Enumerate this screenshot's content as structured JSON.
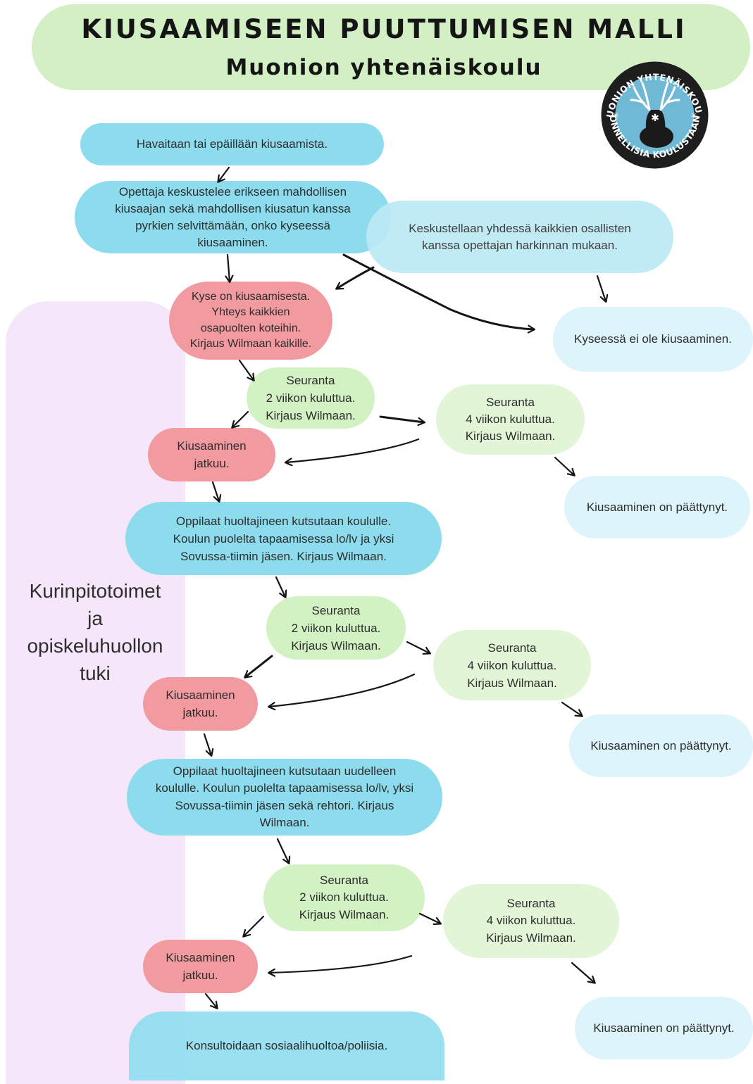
{
  "header": {
    "title": "KIUSAAMISEEN PUUTTUMISEN MALLI",
    "subtitle": "Muonion yhtenäiskoulu"
  },
  "logo": {
    "ring_top": "MUONION YHTENÄISKOULU",
    "ring_bottom": "ONNELLISIA KOULUSTAAN",
    "colors": {
      "ring": "#1e1e1e",
      "water": "#6fb9d6",
      "fg": "#ffffff"
    }
  },
  "side_label": "Kurinpitotoimet\nja\nopiskeluhuollon\ntuki",
  "nodes": {
    "detect": "Havaitaan tai epäillään kiusaamista.",
    "teacher": "Opettaja keskustelee erikseen mahdollisen\nkiusaajan sekä mahdollisen kiusatun kanssa\npyrkien  selvittämään, onko kyseessä\nkiusaaminen.",
    "discuss": "Keskustellaan yhdessä kaikkien osallisten\nkanssa opettajan harkinnan mukaan.",
    "is_bullying": "Kyse on kiusaamisesta.\nYhteys kaikkien\nosapuolten koteihin.\nKirjaus Wilmaan kaikille.",
    "not_bullying": "Kyseessä ei ole kiusaaminen.",
    "f1_2w": "Seuranta\n2 viikon kuluttua.\nKirjaus Wilmaan.",
    "f1_4w": "Seuranta\n4 viikon kuluttua.\nKirjaus Wilmaan.",
    "c1": "Kiusaaminen\njatkuu.",
    "e1": "Kiusaaminen on päättynyt.",
    "meet1": "Oppilaat huoltajineen kutsutaan koululle.\nKoulun puolelta tapaamisessa lo/lv ja yksi\nSovussa-tiimin jäsen. Kirjaus Wilmaan.",
    "f2_2w": "Seuranta\n2 viikon kuluttua.\nKirjaus Wilmaan.",
    "f2_4w": "Seuranta\n4 viikon kuluttua.\nKirjaus Wilmaan.",
    "c2": "Kiusaaminen\njatkuu.",
    "e2": "Kiusaaminen on päättynyt.",
    "meet2": "Oppilaat huoltajineen kutsutaan uudelleen\nkoululle. Koulun puolelta tapaamisessa lo/lv, yksi\nSovussa-tiimin jäsen sekä rehtori. Kirjaus\nWilmaan.",
    "f3_2w": "Seuranta\n2 viikon kuluttua.\nKirjaus Wilmaan.",
    "f3_4w": "Seuranta\n4 viikon kuluttua.\nKirjaus Wilmaan.",
    "c3": "Kiusaaminen\njatkuu.",
    "e3": "Kiusaaminen on päättynyt.",
    "consult": "Konsultoidaan sosiaalihuoltoa/poliisia."
  },
  "colors": {
    "header": "#d2f0c3",
    "side_band": "#f5e7f9",
    "blue": "#8ddcee",
    "light_blue": "#ddf4fa",
    "green": "#d3f2c4",
    "red": "#f19aa0"
  }
}
